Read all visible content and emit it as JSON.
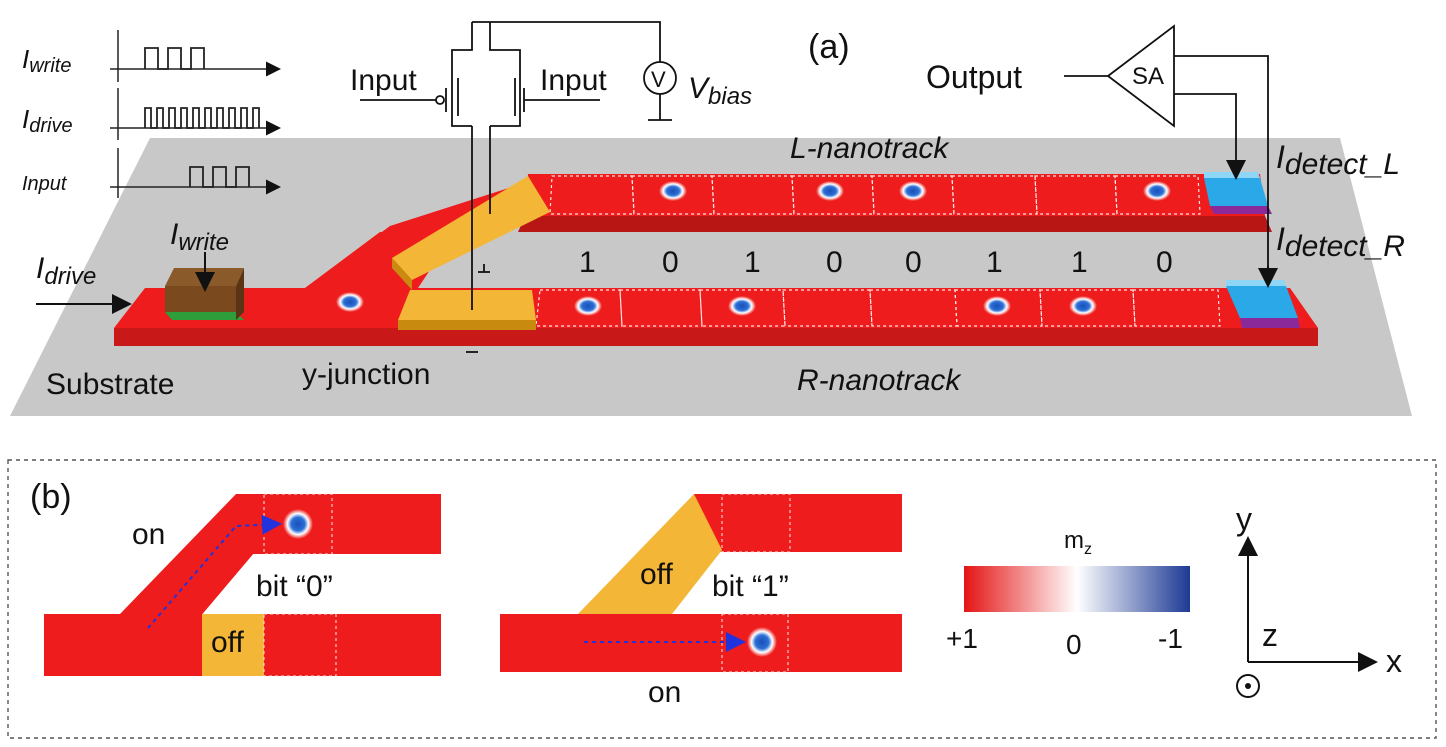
{
  "panel_a": {
    "label": "(a)",
    "signals": [
      {
        "name": "I",
        "sub": "write"
      },
      {
        "name": "I",
        "sub": "drive"
      },
      {
        "name": "Input",
        "sub": ""
      }
    ],
    "circuit": {
      "input_left": "Input",
      "input_right": "Input",
      "voltmeter": "V",
      "vbias_main": "V",
      "vbias_sub": "bias"
    },
    "output": "Output",
    "sense_amp": "SA",
    "write_label": {
      "main": "I",
      "sub": "write"
    },
    "drive_label": {
      "main": "I",
      "sub": "drive"
    },
    "detect_L": {
      "main": "I",
      "sub": "detect_L"
    },
    "detect_R": {
      "main": "I",
      "sub": "detect_R"
    },
    "l_track": "L-nanotrack",
    "r_track": "R-nanotrack",
    "substrate": "Substrate",
    "junction": "y-junction",
    "bits": [
      "1",
      "0",
      "1",
      "0",
      "0",
      "1",
      "1",
      "0"
    ],
    "colors": {
      "track": "#ee1c1c",
      "gate": "#f3b636",
      "substrate": "#c8c8c8",
      "detector": "#2aa8e8"
    }
  },
  "panel_b": {
    "label": "(b)",
    "left": {
      "on": "on",
      "off": "off",
      "bit": "bit “0”"
    },
    "right": {
      "on": "on",
      "off": "off",
      "bit": "bit “1”"
    },
    "colorbar": {
      "title_main": "m",
      "title_sub": "z",
      "ticks": [
        "+1",
        "0",
        "-1"
      ],
      "colors": [
        "#ee1c1c",
        "#ffffff",
        "#1f3f9a"
      ]
    },
    "axes": {
      "y": "y",
      "z": "z",
      "x": "x"
    }
  }
}
